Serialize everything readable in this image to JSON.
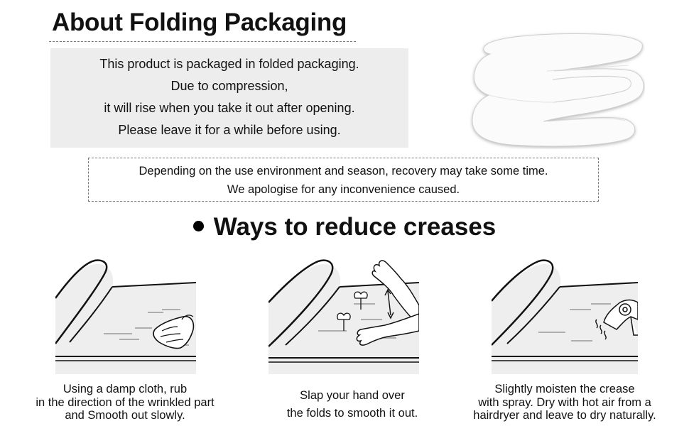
{
  "heading": "About Folding Packaging",
  "intro_lines": [
    "This product is packaged in folded packaging.",
    "Due to compression,",
    "it will rise when you take it out after opening.",
    "Please leave it for a while before using."
  ],
  "notice_lines": [
    "Depending on the use environment and season, recovery may take some time.",
    "We apologise for any inconvenience caused."
  ],
  "section_title": "Ways to reduce creases",
  "steps": [
    {
      "icon": "damp-cloth-icon",
      "lines": [
        "Using a damp cloth, rub",
        "in the direction of the wrinkled part",
        "and Smooth out slowly."
      ]
    },
    {
      "icon": "hand-slap-icon",
      "lines": [
        "Slap your hand over",
        "the folds to smooth it out."
      ]
    },
    {
      "icon": "hairdryer-icon",
      "lines": [
        "Slightly moisten the crease",
        "with spray. Dry with hot air from a",
        "hairdryer and leave to dry naturally."
      ]
    }
  ],
  "colors": {
    "panel_bg": "#ededed",
    "step_bg": "#eeeeee",
    "border": "#777777",
    "ink": "#111111"
  }
}
